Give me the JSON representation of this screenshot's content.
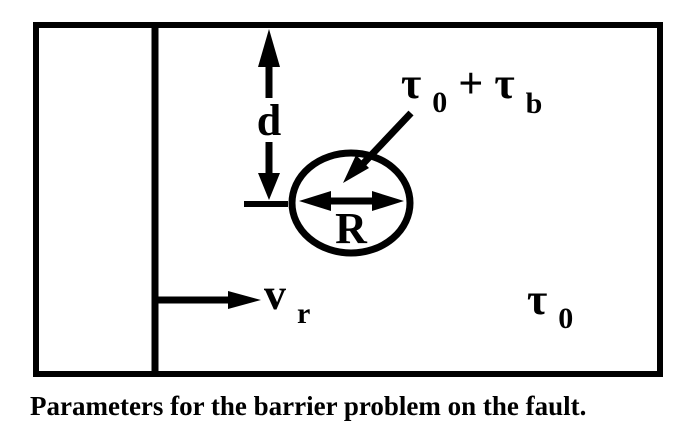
{
  "figure": {
    "caption": "Parameters for the barrier problem on the fault.",
    "colors": {
      "stroke": "#000000",
      "background": "#ffffff"
    },
    "labels": {
      "depth": "d",
      "radius": "R",
      "barrier_stress": {
        "tau": "τ",
        "tau_sub": "0",
        "plus": "+",
        "tau2": "τ",
        "tau2_sub": "b"
      },
      "rupture_velocity": {
        "base": "v",
        "sub": "r"
      },
      "ambient_stress": {
        "base": "τ",
        "sub": "0"
      }
    }
  }
}
